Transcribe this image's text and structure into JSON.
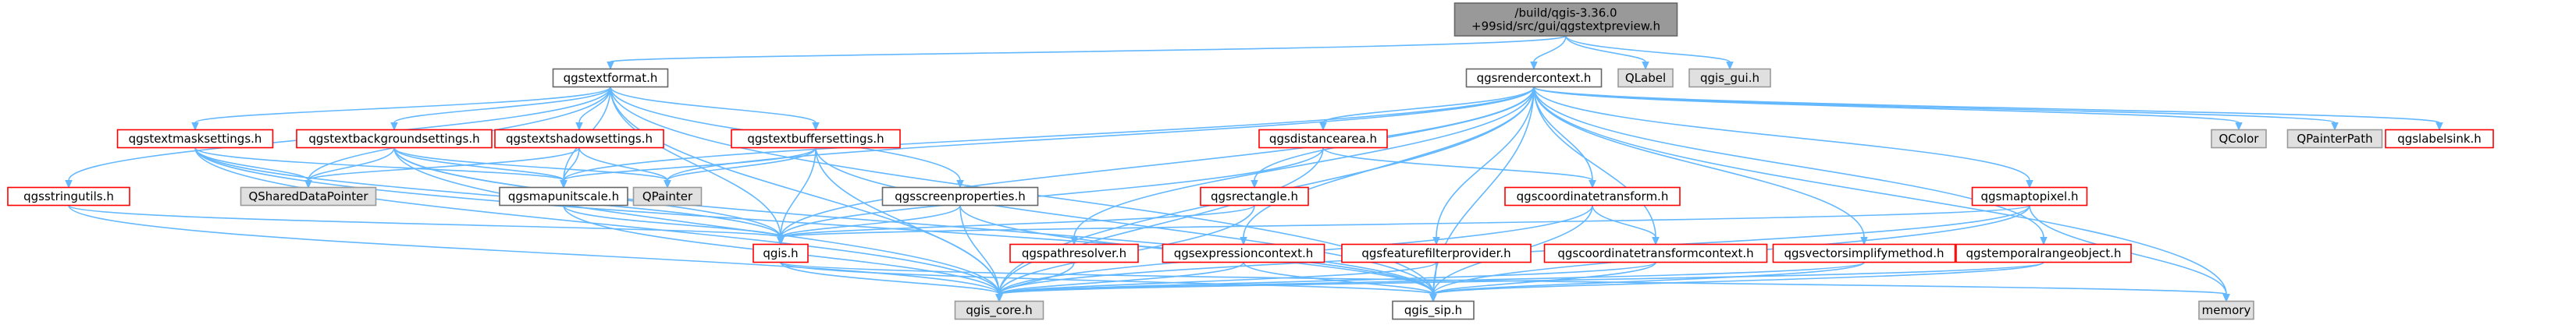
{
  "colors": {
    "edge": "#63b8ff",
    "root_fill": "#999999",
    "root_border": "#666666",
    "linked_border": "#ff0000",
    "external_fill": "#e0e0e0",
    "external_border": "#999999",
    "plain_border": "#666666"
  },
  "nodes": [
    {
      "id": "root",
      "label": [
        "/build/qgis-3.36.0",
        "+99sid/src/gui/qgstextpreview.h"
      ],
      "style": "root"
    },
    {
      "id": "qgstextformat",
      "label": [
        "qgstextformat.h"
      ],
      "style": "plain"
    },
    {
      "id": "qgsrendercontext",
      "label": [
        "qgsrendercontext.h"
      ],
      "style": "plain"
    },
    {
      "id": "QLabel",
      "label": [
        "QLabel"
      ],
      "style": "external"
    },
    {
      "id": "qgis_gui",
      "label": [
        "qgis_gui.h"
      ],
      "style": "external"
    },
    {
      "id": "qgstextmasksettings",
      "label": [
        "qgstextmasksettings.h"
      ],
      "style": "linked"
    },
    {
      "id": "qgstextbackgroundsettings",
      "label": [
        "qgstextbackgroundsettings.h"
      ],
      "style": "linked"
    },
    {
      "id": "qgstextshadowsettings",
      "label": [
        "qgstextshadowsettings.h"
      ],
      "style": "linked"
    },
    {
      "id": "qgstextbuffersettings",
      "label": [
        "qgstextbuffersettings.h"
      ],
      "style": "linked"
    },
    {
      "id": "qgsstringutils",
      "label": [
        "qgsstringutils.h"
      ],
      "style": "linked"
    },
    {
      "id": "QSharedDataPointer",
      "label": [
        "QSharedDataPointer"
      ],
      "style": "external"
    },
    {
      "id": "qgsmapunitscale",
      "label": [
        "qgsmapunitscale.h"
      ],
      "style": "plain"
    },
    {
      "id": "QPainter",
      "label": [
        "QPainter"
      ],
      "style": "external"
    },
    {
      "id": "qgsscreenproperties",
      "label": [
        "qgsscreenproperties.h"
      ],
      "style": "plain"
    },
    {
      "id": "qgsdistancearea",
      "label": [
        "qgsdistancearea.h"
      ],
      "style": "linked"
    },
    {
      "id": "qgsrectangle",
      "label": [
        "qgsrectangle.h"
      ],
      "style": "linked"
    },
    {
      "id": "qgscoordinatetransform",
      "label": [
        "qgscoordinatetransform.h"
      ],
      "style": "linked"
    },
    {
      "id": "qgsmaptopixel",
      "label": [
        "qgsmaptopixel.h"
      ],
      "style": "linked"
    },
    {
      "id": "QColor",
      "label": [
        "QColor"
      ],
      "style": "external"
    },
    {
      "id": "QPainterPath",
      "label": [
        "QPainterPath"
      ],
      "style": "external"
    },
    {
      "id": "qgslabelsink",
      "label": [
        "qgslabelsink.h"
      ],
      "style": "linked"
    },
    {
      "id": "qgis",
      "label": [
        "qgis.h"
      ],
      "style": "linked"
    },
    {
      "id": "qgspathresolver",
      "label": [
        "qgspathresolver.h"
      ],
      "style": "linked"
    },
    {
      "id": "qgsexpressioncontext",
      "label": [
        "qgsexpressioncontext.h"
      ],
      "style": "linked"
    },
    {
      "id": "qgsfeaturefilterprovider",
      "label": [
        "qgsfeaturefilterprovider.h"
      ],
      "style": "linked"
    },
    {
      "id": "qgscoordinatetransformcontext",
      "label": [
        "qgscoordinatetransformcontext.h"
      ],
      "style": "linked"
    },
    {
      "id": "qgsvectorsimplifymethod",
      "label": [
        "qgsvectorsimplifymethod.h"
      ],
      "style": "linked"
    },
    {
      "id": "qgstemporalrangeobject",
      "label": [
        "qgstemporalrangeobject.h"
      ],
      "style": "linked"
    },
    {
      "id": "qgis_core",
      "label": [
        "qgis_core.h"
      ],
      "style": "external"
    },
    {
      "id": "qgis_sip",
      "label": [
        "qgis_sip.h"
      ],
      "style": "plain"
    },
    {
      "id": "memory",
      "label": [
        "memory"
      ],
      "style": "external"
    }
  ],
  "edges": [
    [
      "root",
      "qgstextformat"
    ],
    [
      "root",
      "qgsrendercontext"
    ],
    [
      "root",
      "QLabel"
    ],
    [
      "root",
      "qgis_gui"
    ],
    [
      "qgstextformat",
      "qgstextmasksettings"
    ],
    [
      "qgstextformat",
      "qgstextbackgroundsettings"
    ],
    [
      "qgstextformat",
      "qgstextshadowsettings"
    ],
    [
      "qgstextformat",
      "qgstextbuffersettings"
    ],
    [
      "qgstextformat",
      "qgsstringutils"
    ],
    [
      "qgstextformat",
      "QSharedDataPointer"
    ],
    [
      "qgstextformat",
      "qgsmapunitscale"
    ],
    [
      "qgstextformat",
      "qgsscreenproperties"
    ],
    [
      "qgstextformat",
      "qgis"
    ],
    [
      "qgstextformat",
      "qgis_core"
    ],
    [
      "qgstextformat",
      "qgis_sip"
    ],
    [
      "qgstextmasksettings",
      "QSharedDataPointer"
    ],
    [
      "qgstextmasksettings",
      "qgsmapunitscale"
    ],
    [
      "qgstextmasksettings",
      "qgis"
    ],
    [
      "qgstextmasksettings",
      "qgis_core"
    ],
    [
      "qgstextmasksettings",
      "qgis_sip"
    ],
    [
      "qgstextbackgroundsettings",
      "QSharedDataPointer"
    ],
    [
      "qgstextbackgroundsettings",
      "qgsmapunitscale"
    ],
    [
      "qgstextbackgroundsettings",
      "QPainter"
    ],
    [
      "qgstextbackgroundsettings",
      "qgis"
    ],
    [
      "qgstextbackgroundsettings",
      "qgis_core"
    ],
    [
      "qgstextbackgroundsettings",
      "qgis_sip"
    ],
    [
      "qgstextshadowsettings",
      "QSharedDataPointer"
    ],
    [
      "qgstextshadowsettings",
      "qgsmapunitscale"
    ],
    [
      "qgstextshadowsettings",
      "QPainter"
    ],
    [
      "qgstextbuffersettings",
      "qgsmapunitscale"
    ],
    [
      "qgstextbuffersettings",
      "QPainter"
    ],
    [
      "qgstextbuffersettings",
      "qgis"
    ],
    [
      "qgstextbuffersettings",
      "qgis_core"
    ],
    [
      "qgstextbuffersettings",
      "qgis_sip"
    ],
    [
      "qgsstringutils",
      "qgis"
    ],
    [
      "qgsstringutils",
      "qgis_core"
    ],
    [
      "qgsmapunitscale",
      "qgis"
    ],
    [
      "qgsmapunitscale",
      "qgis_core"
    ],
    [
      "qgsscreenproperties",
      "qgis"
    ],
    [
      "qgsscreenproperties",
      "qgis_core"
    ],
    [
      "qgsscreenproperties",
      "qgis_sip"
    ],
    [
      "qgis",
      "qgis_core"
    ],
    [
      "qgis",
      "qgis_sip"
    ],
    [
      "qgis",
      "memory"
    ],
    [
      "qgsrendercontext",
      "qgsmapunitscale"
    ],
    [
      "qgsrendercontext",
      "QPainter"
    ],
    [
      "qgsrendercontext",
      "qgsdistancearea"
    ],
    [
      "qgsrendercontext",
      "qgsrectangle"
    ],
    [
      "qgsrendercontext",
      "qgscoordinatetransform"
    ],
    [
      "qgsrendercontext",
      "qgsmaptopixel"
    ],
    [
      "qgsrendercontext",
      "QColor"
    ],
    [
      "qgsrendercontext",
      "QPainterPath"
    ],
    [
      "qgsrendercontext",
      "qgslabelsink"
    ],
    [
      "qgsrendercontext",
      "qgis"
    ],
    [
      "qgsrendercontext",
      "qgspathresolver"
    ],
    [
      "qgsrendercontext",
      "qgsexpressioncontext"
    ],
    [
      "qgsrendercontext",
      "qgsfeaturefilterprovider"
    ],
    [
      "qgsrendercontext",
      "qgscoordinatetransformcontext"
    ],
    [
      "qgsrendercontext",
      "qgsvectorsimplifymethod"
    ],
    [
      "qgsrendercontext",
      "qgstemporalrangeobject"
    ],
    [
      "qgsrendercontext",
      "qgis_core"
    ],
    [
      "qgsrendercontext",
      "qgis_sip"
    ],
    [
      "qgsrendercontext",
      "memory"
    ],
    [
      "qgsdistancearea",
      "qgis"
    ],
    [
      "qgsdistancearea",
      "qgscoordinatetransform"
    ],
    [
      "qgsdistancearea",
      "qgis_core"
    ],
    [
      "qgsrectangle",
      "qgis"
    ],
    [
      "qgsrectangle",
      "qgis_core"
    ],
    [
      "qgscoordinatetransform",
      "qgscoordinatetransformcontext"
    ],
    [
      "qgscoordinatetransform",
      "qgis_core"
    ],
    [
      "qgscoordinatetransform",
      "qgis_sip"
    ],
    [
      "qgsmaptopixel",
      "qgis"
    ],
    [
      "qgsmaptopixel",
      "qgis_core"
    ],
    [
      "qgsmaptopixel",
      "qgis_sip"
    ],
    [
      "qgsmaptopixel",
      "memory"
    ],
    [
      "qgspathresolver",
      "qgis_core"
    ],
    [
      "qgsexpressioncontext",
      "qgis_core"
    ],
    [
      "qgsexpressioncontext",
      "qgis_sip"
    ],
    [
      "qgsfeaturefilterprovider",
      "qgis_core"
    ],
    [
      "qgsfeaturefilterprovider",
      "qgis_sip"
    ],
    [
      "qgscoordinatetransformcontext",
      "qgis_core"
    ],
    [
      "qgscoordinatetransformcontext",
      "qgis_sip"
    ],
    [
      "qgsvectorsimplifymethod",
      "qgis_core"
    ],
    [
      "qgsvectorsimplifymethod",
      "qgis_sip"
    ],
    [
      "qgstemporalrangeobject",
      "qgis_core"
    ],
    [
      "qgstemporalrangeobject",
      "qgis_sip"
    ]
  ]
}
